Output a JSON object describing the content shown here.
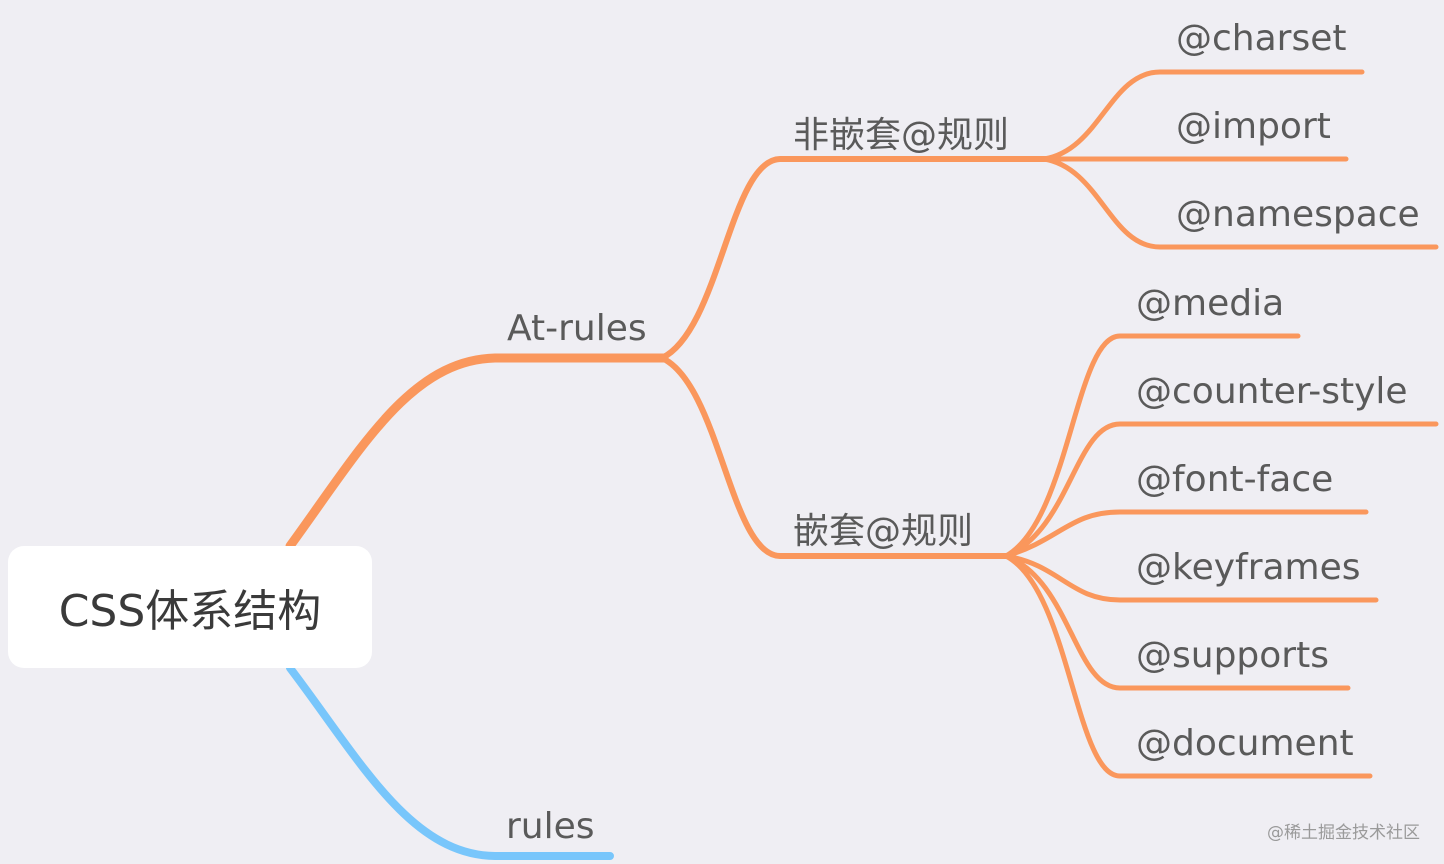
{
  "root": {
    "label": "CSS体系结构"
  },
  "branches": {
    "at_rules": {
      "label": "At-rules",
      "non_nested": {
        "label": "非嵌套@规则",
        "items": [
          "@charset",
          "@import",
          "@namespace"
        ]
      },
      "nested": {
        "label": "嵌套@规则",
        "items": [
          "@media",
          "@counter-style",
          "@font-face",
          "@keyframes",
          "@supports",
          "@document"
        ]
      }
    },
    "rules": {
      "label": "rules"
    }
  },
  "colors": {
    "orange": "#fa975c",
    "blue": "#78c6fb",
    "background": "#efeef3"
  },
  "watermark": "@稀土掘金技术社区"
}
